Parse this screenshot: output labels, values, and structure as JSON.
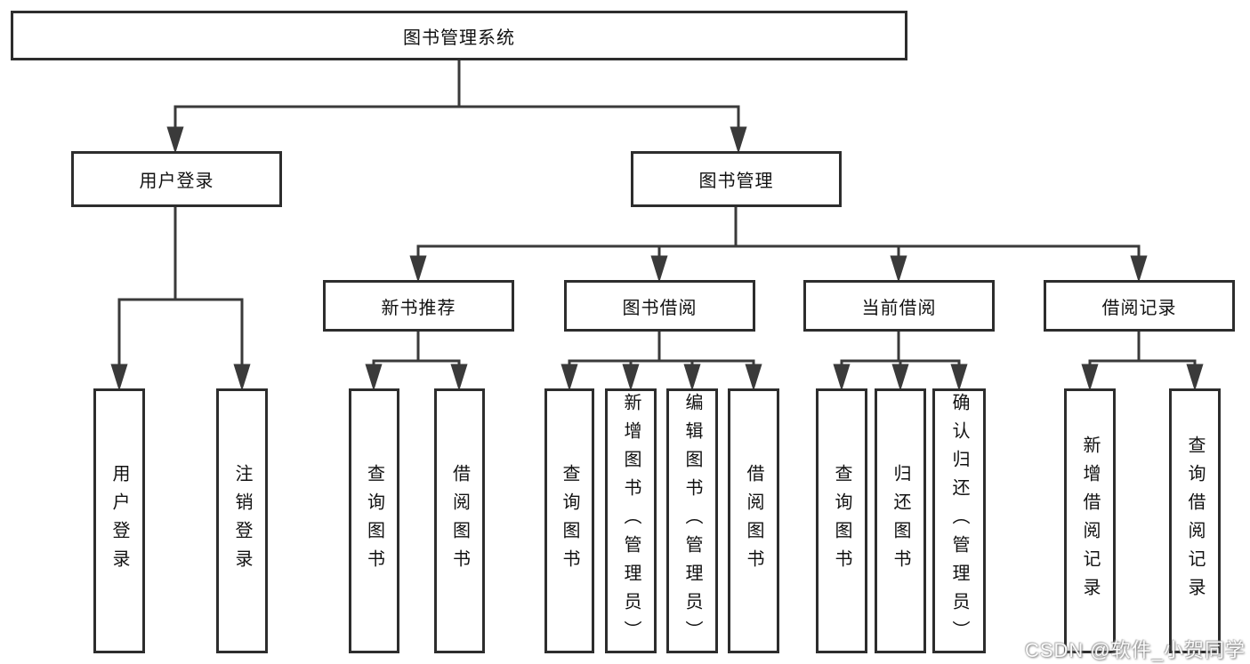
{
  "diagram": {
    "root": {
      "label": "图书管理系统"
    },
    "level2": [
      {
        "label": "用户登录"
      },
      {
        "label": "图书管理"
      }
    ],
    "level3": [
      {
        "label": "新书推荐"
      },
      {
        "label": "图书借阅"
      },
      {
        "label": "当前借阅"
      },
      {
        "label": "借阅记录"
      }
    ],
    "leaves": [
      {
        "label": "用户登录"
      },
      {
        "label": "注销登录"
      },
      {
        "label": "查询图书"
      },
      {
        "label": "借阅图书"
      },
      {
        "label": "查询图书"
      },
      {
        "label": "新增图书（管理员）"
      },
      {
        "label": "编辑图书（管理员）"
      },
      {
        "label": "借阅图书"
      },
      {
        "label": "查询图书"
      },
      {
        "label": "归还图书"
      },
      {
        "label": "确认归还（管理员）"
      },
      {
        "label": "新增借阅记录"
      },
      {
        "label": "查询借阅记录"
      }
    ]
  },
  "watermark": {
    "text": "CSDN @软件_小贺同学"
  },
  "colors": {
    "line": "#3a3a3a",
    "box_border": "#2d2d2d",
    "background": "#ffffff",
    "text": "#111111"
  }
}
